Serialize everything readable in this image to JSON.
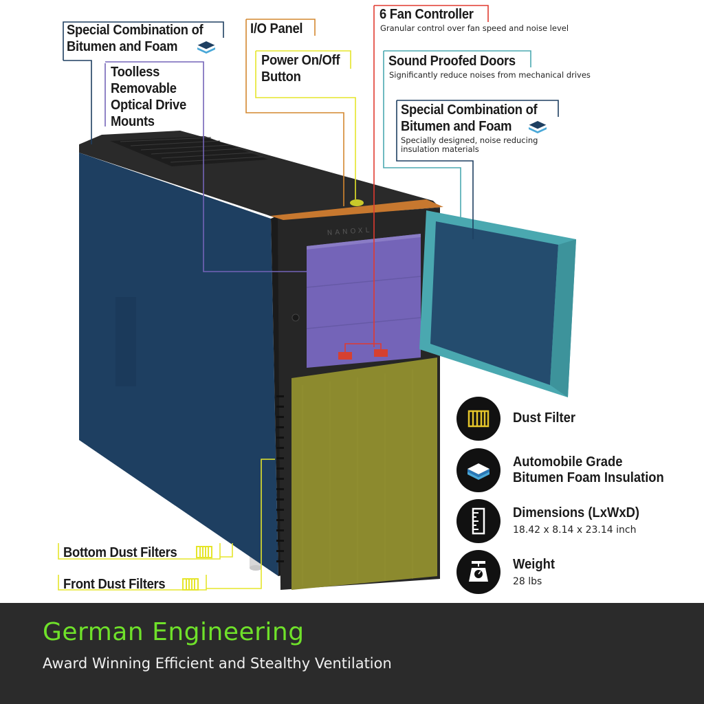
{
  "colors": {
    "side_panel": "#1e3f61",
    "top": "#2a2a2a",
    "io_panel": "#c7782f",
    "drive_bays": "#7464b8",
    "door": "#4aa8b0",
    "front_filter": "#8c8a2e",
    "footer_bg": "#2b2b2b",
    "footer_accent": "#6fe12a",
    "callout_navy": "#1e3f61",
    "callout_purple": "#7464b8",
    "callout_orange": "#d4872f",
    "callout_yellow": "#e5e52a",
    "callout_red": "#e03a2f",
    "callout_teal": "#4aa8b0"
  },
  "callouts": {
    "combo_left": {
      "line1": "Special Combination of",
      "line2": "Bitumen and Foam",
      "icon": "foam-layer-icon"
    },
    "optical": {
      "line1": "Toolless",
      "line2": "Removable",
      "line3": "Optical Drive",
      "line4": "Mounts"
    },
    "io_panel": {
      "label": "I/O Panel"
    },
    "power": {
      "line1": "Power On/Off",
      "line2": "Button"
    },
    "fan": {
      "title": "6 Fan Controller",
      "desc": "Granular control over fan speed and noise level"
    },
    "doors": {
      "title": "Sound Proofed Doors",
      "desc": "Significantly reduce noises from mechanical drives"
    },
    "combo_right": {
      "line1": "Special Combination of",
      "line2": "Bitumen and Foam",
      "desc": "Specially designed, noise reducing insulation materials",
      "icon": "foam-layer-icon"
    },
    "bottom_filters": {
      "label": "Bottom Dust Filters",
      "icon": "dust-filter-icon"
    },
    "front_filters": {
      "label": "Front Dust Filters",
      "icon": "dust-filter-icon"
    }
  },
  "features": [
    {
      "icon": "dust-filter-icon",
      "title": "Dust Filter",
      "subtitle": ""
    },
    {
      "icon": "foam-layer-icon",
      "title": "Automobile Grade",
      "title2": "Bitumen Foam Insulation",
      "subtitle": ""
    },
    {
      "icon": "ruler-icon",
      "title": "Dimensions (LxWxD)",
      "subtitle": "18.42 x 8.14 x 23.14 inch"
    },
    {
      "icon": "scale-icon",
      "title": "Weight",
      "subtitle": "28 lbs"
    }
  ],
  "footer": {
    "title": "German Engineering",
    "subtitle": "Award Winning Efficient and Stealthy Ventilation"
  },
  "case_badge": "NANOXL"
}
